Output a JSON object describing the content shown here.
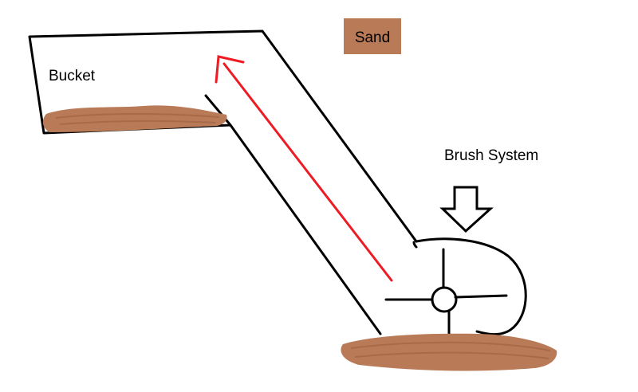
{
  "legend": {
    "label": "Sand",
    "swatch_color": "#b97a57"
  },
  "labels": {
    "bucket": "Bucket",
    "brush_system": "Brush System"
  },
  "colors": {
    "outline": "#000000",
    "sand": "#b97a57",
    "arrow": "#ed1c24"
  }
}
